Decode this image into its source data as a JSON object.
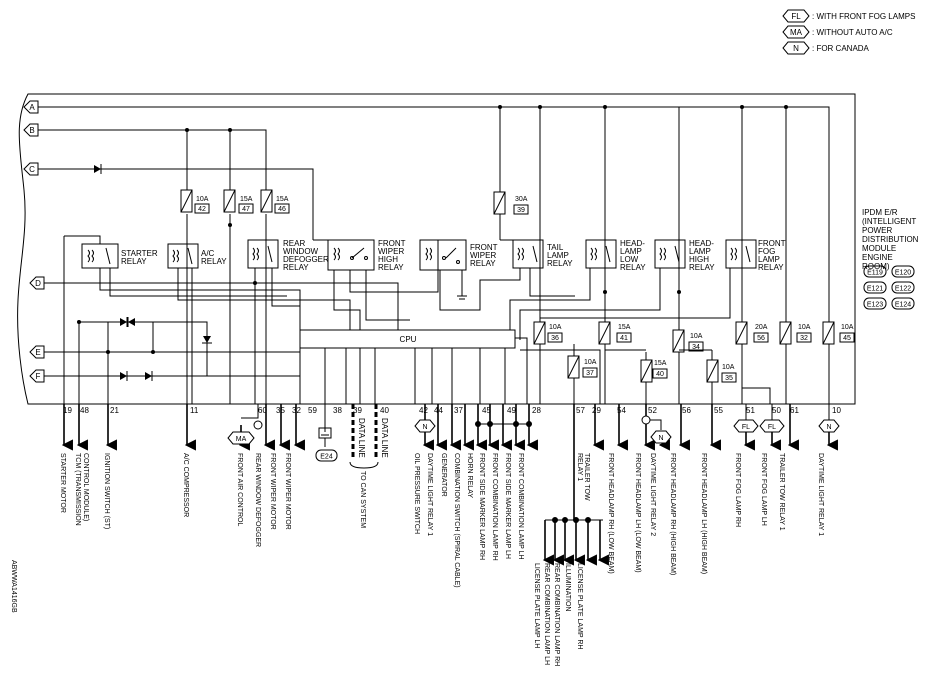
{
  "legend": [
    {
      "code": "FL",
      "text": ": WITH FRONT FOG LAMPS"
    },
    {
      "code": "MA",
      "text": ": WITHOUT AUTO A/C"
    },
    {
      "code": "N",
      "text": ": FOR CANADA"
    }
  ],
  "module": {
    "lines": [
      "IPDM E/R",
      "(INTELLIGENT",
      "POWER",
      "DISTRIBUTION",
      "MODULE",
      "ENGINE",
      "ROOM)"
    ],
    "connectors": [
      "E119",
      "E120",
      "E121",
      "E122",
      "E123",
      "E124"
    ]
  },
  "entry_points": [
    "A",
    "B",
    "C",
    "D",
    "E",
    "F"
  ],
  "cpu_label": "CPU",
  "fuses": [
    {
      "amp": "10A",
      "num": "42"
    },
    {
      "amp": "15A",
      "num": "47"
    },
    {
      "amp": "15A",
      "num": "46"
    },
    {
      "amp": "30A",
      "num": "39"
    },
    {
      "amp": "10A",
      "num": "36"
    },
    {
      "amp": "15A",
      "num": "41"
    },
    {
      "amp": "10A",
      "num": "34"
    },
    {
      "amp": "20A",
      "num": "56"
    },
    {
      "amp": "10A",
      "num": "32"
    },
    {
      "amp": "10A",
      "num": "45"
    },
    {
      "amp": "10A",
      "num": "37"
    },
    {
      "amp": "15A",
      "num": "40"
    },
    {
      "amp": "10A",
      "num": "35"
    }
  ],
  "relays": [
    {
      "lines": [
        "STARTER",
        "RELAY"
      ]
    },
    {
      "lines": [
        "A/C",
        "RELAY"
      ]
    },
    {
      "lines": [
        "REAR",
        "WINDOW",
        "DEFOGGER",
        "RELAY"
      ]
    },
    {
      "lines": [
        "FRONT",
        "WIPER",
        "HIGH",
        "RELAY"
      ]
    },
    {
      "lines": [
        "FRONT",
        "WIPER",
        "RELAY"
      ]
    },
    {
      "lines": [
        "TAIL",
        "LAMP",
        "RELAY"
      ]
    },
    {
      "lines": [
        "HEAD-",
        "LAMP",
        "LOW",
        "RELAY"
      ]
    },
    {
      "lines": [
        "HEAD-",
        "LAMP",
        "HIGH",
        "RELAY"
      ]
    },
    {
      "lines": [
        "FRONT",
        "FOG",
        "LAMP",
        "RELAY"
      ]
    }
  ],
  "terminals": [
    "19",
    "48",
    "21",
    "11",
    "60",
    "35",
    "32",
    "59",
    "38",
    "39",
    "40",
    "42",
    "44",
    "37",
    "45",
    "49",
    "28",
    "57",
    "29",
    "54",
    "52",
    "56",
    "55",
    "51",
    "50",
    "61",
    "10"
  ],
  "data_lines": [
    "DATA LINE",
    "DATA LINE"
  ],
  "ground_connector": "E24",
  "marks": {
    "ma": "MA",
    "n": "N",
    "fl": "FL"
  },
  "outputs": [
    {
      "lines": [
        "STARTER MOTOR"
      ]
    },
    {
      "lines": [
        "TCM (TRANSMISSION",
        "CONTROL MODULE)"
      ]
    },
    {
      "lines": [
        "IGNITION SWITCH (ST)"
      ]
    },
    {
      "lines": [
        "A/C COMPRESSOR"
      ]
    },
    {
      "lines": [
        "FRONT AIR CONTROL"
      ]
    },
    {
      "lines": [
        "REAR WINDOW DEFOGGER"
      ]
    },
    {
      "lines": [
        "FRONT WIPER MOTOR"
      ]
    },
    {
      "lines": [
        "FRONT WIPER MOTOR"
      ]
    },
    {
      "lines": [
        "TO CAN SYSTEM"
      ]
    },
    {
      "lines": [
        "OIL PRESSURE SWITCH"
      ]
    },
    {
      "lines": [
        "DAYTIME LIGHT RELAY 1"
      ]
    },
    {
      "lines": [
        "GENERATOR"
      ]
    },
    {
      "lines": [
        "COMBINATION SWITCH (SPIRAL CABLE)"
      ]
    },
    {
      "lines": [
        "HORN RELAY"
      ]
    },
    {
      "lines": [
        "FRONT SIDE MARKER LAMP RH"
      ]
    },
    {
      "lines": [
        "FRONT COMBINATION LAMP RH"
      ]
    },
    {
      "lines": [
        "FRONT SIDE MARKER LAMP LH"
      ]
    },
    {
      "lines": [
        "FRONT COMBINATION LAMP LH"
      ]
    },
    {
      "lines": [
        "LICENSE PLATE LAMP LH"
      ]
    },
    {
      "lines": [
        "REAR COMBINATION LAMP LH"
      ]
    },
    {
      "lines": [
        "REAR COMBINATION LAMP RH"
      ]
    },
    {
      "lines": [
        "ILLUMINATION"
      ]
    },
    {
      "lines": [
        "LICENSE PLATE LAMP RH"
      ]
    },
    {
      "lines": [
        "TRAILER TOW",
        "RELAY 1"
      ]
    },
    {
      "lines": [
        "FRONT HEADLAMP RH (LOW BEAM)"
      ]
    },
    {
      "lines": [
        "FRONT HEADLAMP LH (LOW BEAM)"
      ]
    },
    {
      "lines": [
        "DAYTIME LIGHT RELAY 2"
      ]
    },
    {
      "lines": [
        "FRONT HEADLAMP RH (HIGH BEAM)"
      ]
    },
    {
      "lines": [
        "FRONT HEADLAMP LH (HIGH BEAM)"
      ]
    },
    {
      "lines": [
        "FRONT FOG LAMP RH"
      ]
    },
    {
      "lines": [
        "FRONT FOG LAMP LH"
      ]
    },
    {
      "lines": [
        "TRAILER TOW RELAY 1"
      ]
    },
    {
      "lines": [
        "DAYTIME LIGHT RELAY 1"
      ]
    }
  ],
  "figure_code": "ABWWA1416GB"
}
